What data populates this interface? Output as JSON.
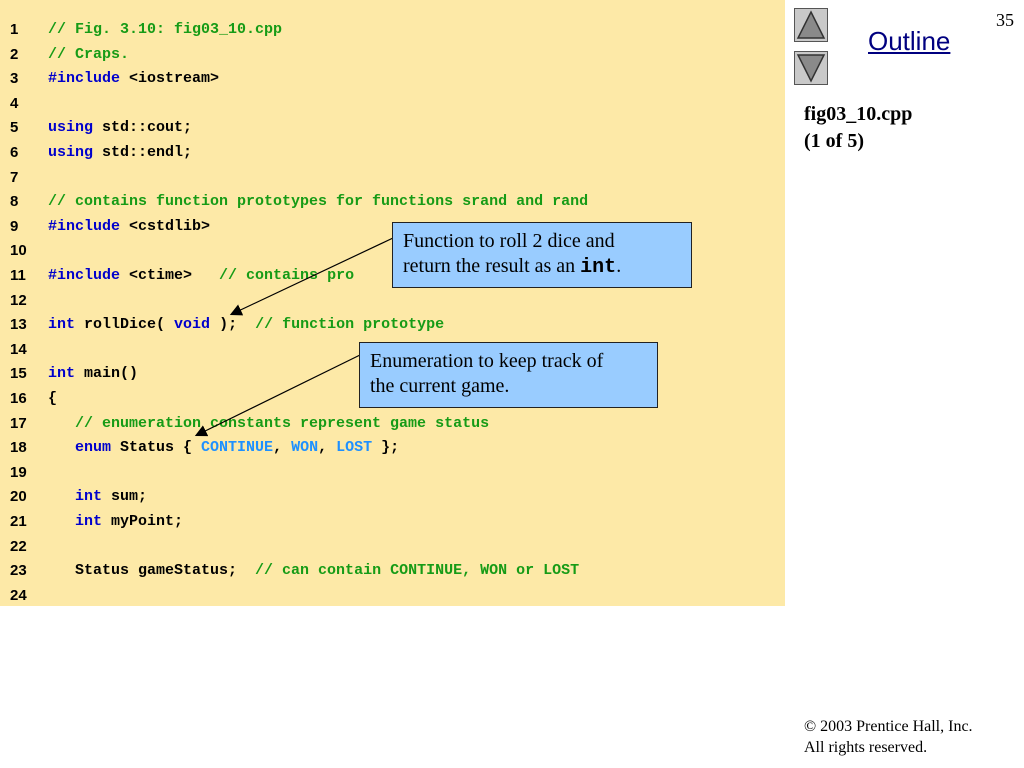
{
  "slide": {
    "page_number": "35",
    "outline_label": "Outline",
    "file_name": "fig03_10.cpp",
    "file_part": "(1 of 5)",
    "copyright_line1": "© 2003 Prentice Hall, Inc.",
    "copyright_line2": "All rights reserved."
  },
  "colors": {
    "code_background": "#fde9a7",
    "comment": "#169b16",
    "keyword": "#0000cc",
    "enum_constant": "#1e90ff",
    "callout_background": "#99ccff",
    "outline_link": "#000080"
  },
  "icons": {
    "prev": "triangle-up-icon",
    "next": "triangle-down-icon"
  },
  "code_lines": [
    {
      "num": "1",
      "tokens": [
        {
          "t": "// Fig. 3.10: fig03_10.cpp",
          "k": "comment"
        }
      ]
    },
    {
      "num": "2",
      "tokens": [
        {
          "t": "// Craps.",
          "k": "comment"
        }
      ]
    },
    {
      "num": "3",
      "tokens": [
        {
          "t": "#include",
          "k": "kw"
        },
        {
          "t": " <iostream>",
          "k": "norm"
        }
      ]
    },
    {
      "num": "4",
      "tokens": []
    },
    {
      "num": "5",
      "tokens": [
        {
          "t": "using",
          "k": "kw"
        },
        {
          "t": " std::cout;",
          "k": "norm"
        }
      ]
    },
    {
      "num": "6",
      "tokens": [
        {
          "t": "using",
          "k": "kw"
        },
        {
          "t": " std::endl;",
          "k": "norm"
        }
      ]
    },
    {
      "num": "7",
      "tokens": []
    },
    {
      "num": "8",
      "tokens": [
        {
          "t": "// contains function prototypes for functions srand and rand",
          "k": "comment"
        }
      ]
    },
    {
      "num": "9",
      "tokens": [
        {
          "t": "#include",
          "k": "kw"
        },
        {
          "t": " <cstdlib>",
          "k": "norm"
        }
      ]
    },
    {
      "num": "10",
      "tokens": []
    },
    {
      "num": "11",
      "tokens": [
        {
          "t": "#include",
          "k": "kw"
        },
        {
          "t": " <ctime>   ",
          "k": "norm"
        },
        {
          "t": "// contains pro",
          "k": "comment"
        }
      ]
    },
    {
      "num": "12",
      "tokens": []
    },
    {
      "num": "13",
      "tokens": [
        {
          "t": "int",
          "k": "kw"
        },
        {
          "t": " rollDice( ",
          "k": "norm"
        },
        {
          "t": "void",
          "k": "kw"
        },
        {
          "t": " );  ",
          "k": "norm"
        },
        {
          "t": "// function prototype",
          "k": "comment"
        }
      ]
    },
    {
      "num": "14",
      "tokens": []
    },
    {
      "num": "15",
      "tokens": [
        {
          "t": "int",
          "k": "kw"
        },
        {
          "t": " main()",
          "k": "norm"
        }
      ]
    },
    {
      "num": "16",
      "tokens": [
        {
          "t": "{",
          "k": "norm"
        }
      ]
    },
    {
      "num": "17",
      "tokens": [
        {
          "t": "   // enumeration constants represent game status",
          "k": "comment"
        }
      ]
    },
    {
      "num": "18",
      "tokens": [
        {
          "t": "   ",
          "k": "norm"
        },
        {
          "t": "enum",
          "k": "kw"
        },
        {
          "t": " Status { ",
          "k": "norm"
        },
        {
          "t": "CONTINUE",
          "k": "const"
        },
        {
          "t": ", ",
          "k": "norm"
        },
        {
          "t": "WON",
          "k": "const"
        },
        {
          "t": ", ",
          "k": "norm"
        },
        {
          "t": "LOST",
          "k": "const"
        },
        {
          "t": " };",
          "k": "norm"
        }
      ]
    },
    {
      "num": "19",
      "tokens": []
    },
    {
      "num": "20",
      "tokens": [
        {
          "t": "   ",
          "k": "norm"
        },
        {
          "t": "int",
          "k": "kw"
        },
        {
          "t": " sum;",
          "k": "norm"
        }
      ]
    },
    {
      "num": "21",
      "tokens": [
        {
          "t": "   ",
          "k": "norm"
        },
        {
          "t": "int",
          "k": "kw"
        },
        {
          "t": " myPoint;",
          "k": "norm"
        }
      ]
    },
    {
      "num": "22",
      "tokens": []
    },
    {
      "num": "23",
      "tokens": [
        {
          "t": "   Status gameStatus;  ",
          "k": "norm"
        },
        {
          "t": "// can contain CONTINUE, WON or LOST",
          "k": "comment"
        }
      ]
    },
    {
      "num": "24",
      "tokens": []
    }
  ],
  "callouts": {
    "roll_dice": {
      "text_line1": "Function to roll 2 dice and",
      "text_line2_prefix": "return the result as an ",
      "text_line2_code": "int",
      "text_line2_suffix": "."
    },
    "enum": {
      "text_line1": "Enumeration to keep track of",
      "text_line2": "the current game."
    }
  }
}
